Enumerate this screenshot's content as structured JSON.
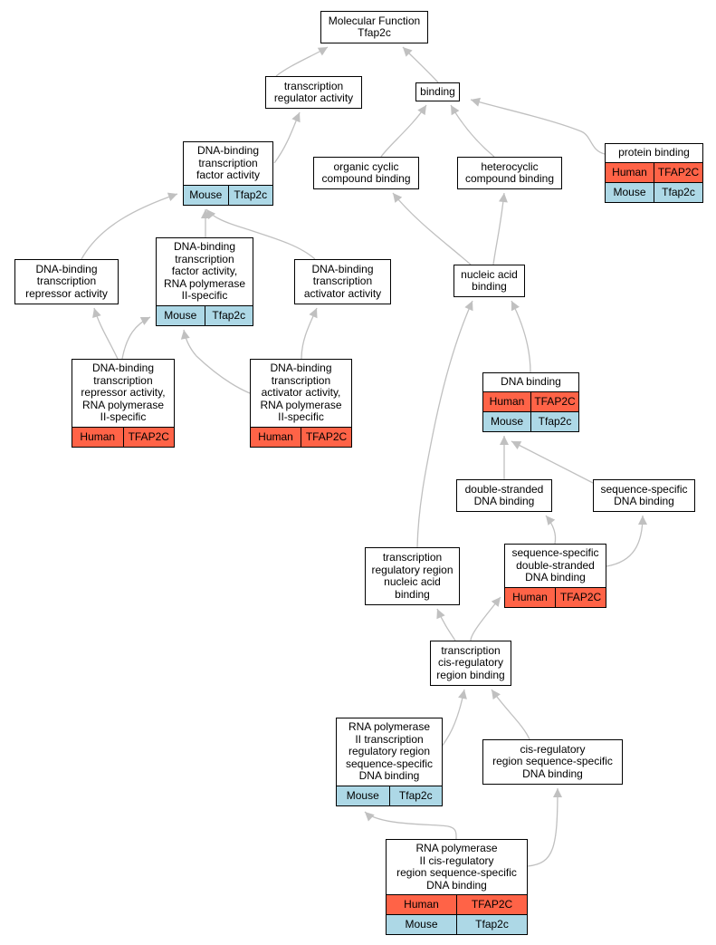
{
  "colors": {
    "human": "#ff6347",
    "mouse": "#add8e6",
    "edge": "#c0c0c0",
    "border": "#000000"
  },
  "nodes": {
    "root": {
      "title": "Molecular Function\nTfap2c"
    },
    "tra": {
      "title": "transcription\nregulator activity"
    },
    "binding": {
      "title": "binding"
    },
    "dbtfa": {
      "title": "DNA-binding\ntranscription\nfactor activity",
      "rows": [
        [
          "Mouse",
          "Tfap2c"
        ]
      ]
    },
    "ocb": {
      "title": "organic cyclic\ncompound binding"
    },
    "hcb": {
      "title": "heterocyclic\ncompound binding"
    },
    "pb": {
      "title": "protein binding",
      "rows": [
        [
          "Human",
          "TFAP2C"
        ],
        [
          "Mouse",
          "Tfap2c"
        ]
      ]
    },
    "dbtra": {
      "title": "DNA-binding\ntranscription\nrepressor activity"
    },
    "dbtfarnap": {
      "title": "DNA-binding\ntranscription\nfactor activity,\nRNA polymerase\nII-specific",
      "rows": [
        [
          "Mouse",
          "Tfap2c"
        ]
      ]
    },
    "dbtaa": {
      "title": "DNA-binding\ntranscription\nactivator activity"
    },
    "nab": {
      "title": "nucleic acid\nbinding"
    },
    "dbtrarnap": {
      "title": "DNA-binding\ntranscription\nrepressor activity,\nRNA polymerase\nII-specific",
      "rows": [
        [
          "Human",
          "TFAP2C"
        ]
      ]
    },
    "dbtaarnap": {
      "title": "DNA-binding\ntranscription\nactivator activity,\nRNA polymerase\nII-specific",
      "rows": [
        [
          "Human",
          "TFAP2C"
        ]
      ]
    },
    "dnab": {
      "title": "DNA binding",
      "rows": [
        [
          "Human",
          "TFAP2C"
        ],
        [
          "Mouse",
          "Tfap2c"
        ]
      ]
    },
    "dsdb": {
      "title": "double-stranded\nDNA binding"
    },
    "ssdb": {
      "title": "sequence-specific\nDNA binding"
    },
    "trrnab": {
      "title": "transcription\nregulatory region\nnucleic acid\nbinding"
    },
    "ssdsdb": {
      "title": "sequence-specific\ndouble-stranded\nDNA binding",
      "rows": [
        [
          "Human",
          "TFAP2C"
        ]
      ]
    },
    "tcrrb": {
      "title": "transcription\ncis-regulatory\nregion binding"
    },
    "rnap2trr": {
      "title": "RNA polymerase\nII transcription\nregulatory region\nsequence-specific\nDNA binding",
      "rows": [
        [
          "Mouse",
          "Tfap2c"
        ]
      ]
    },
    "crrssdb": {
      "title": "cis-regulatory\nregion sequence-specific\nDNA binding"
    },
    "rnap2crr": {
      "title": "RNA polymerase\nII cis-regulatory\nregion sequence-specific\nDNA binding",
      "rows": [
        [
          "Human",
          "TFAP2C"
        ],
        [
          "Mouse",
          "Tfap2c"
        ]
      ]
    }
  }
}
